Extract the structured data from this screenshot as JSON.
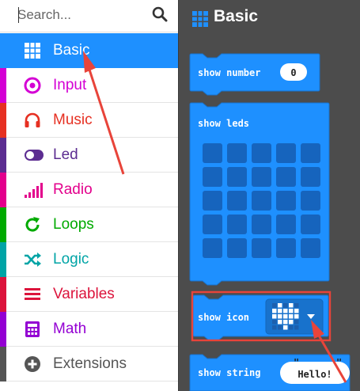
{
  "search": {
    "placeholder": "Search..."
  },
  "categories": [
    {
      "label": "Basic",
      "color": "#1e90ff",
      "icon": "grid-icon",
      "selected": true
    },
    {
      "label": "Input",
      "color": "#d400d4",
      "icon": "record-icon"
    },
    {
      "label": "Music",
      "color": "#e63022",
      "icon": "headphones-icon"
    },
    {
      "label": "Led",
      "color": "#5c2d91",
      "icon": "toggle-icon"
    },
    {
      "label": "Radio",
      "color": "#e3008c",
      "icon": "signal-bars-icon"
    },
    {
      "label": "Loops",
      "color": "#00aa00",
      "icon": "refresh-icon"
    },
    {
      "label": "Logic",
      "color": "#00a4a6",
      "icon": "shuffle-icon"
    },
    {
      "label": "Variables",
      "color": "#dc143c",
      "icon": "list-icon"
    },
    {
      "label": "Math",
      "color": "#9400d3",
      "icon": "calculator-icon"
    },
    {
      "label": "Extensions",
      "color": "#555555",
      "icon": "plus-circle-icon"
    }
  ],
  "flyout": {
    "title": "Basic",
    "title_icon": "grid-icon",
    "blocks": {
      "show_number": {
        "label": "show number",
        "value": "0"
      },
      "show_leds": {
        "label": "show leds",
        "rows": 5,
        "cols": 5
      },
      "show_icon": {
        "label": "show icon",
        "icon": "heart-icon",
        "dropdown_icon": "triangle-down-icon"
      },
      "show_string": {
        "label": "show string",
        "value": "Hello!"
      }
    }
  },
  "colors": {
    "block": "#1e90ff",
    "block_border": "#1872cc",
    "led_off": "#1664bd",
    "highlight": "#e8443a",
    "flyout_bg": "#4c4c4c"
  }
}
